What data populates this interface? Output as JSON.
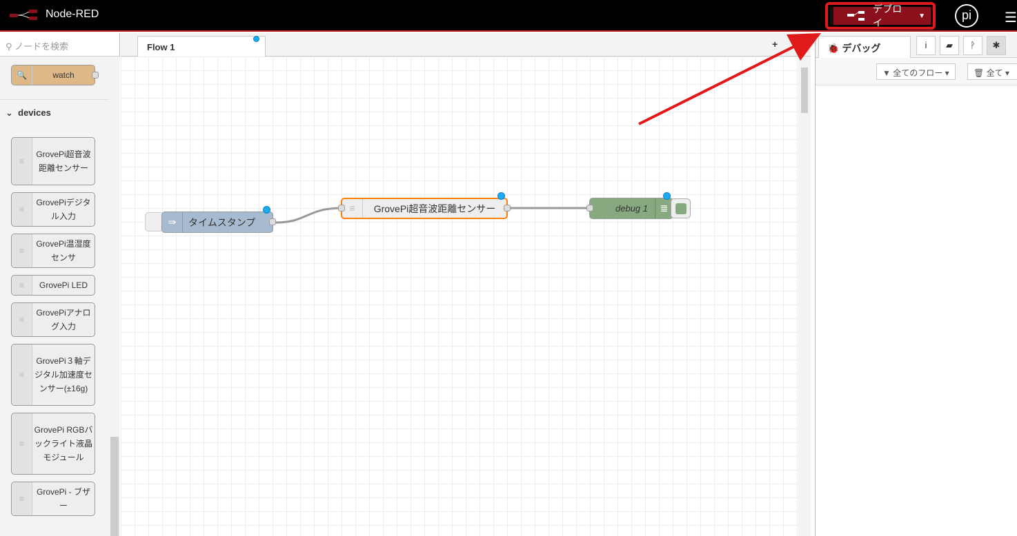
{
  "header": {
    "title": "Node-RED",
    "deploy_label": "デプロイ",
    "user": "pi"
  },
  "palette": {
    "search_placeholder": "ノードを検索",
    "watch": "watch",
    "category": "devices",
    "nodes": [
      "GrovePi超音波距離センサー",
      "GrovePiデジタル入力",
      "GrovePi温湿度センサ",
      "GrovePi LED",
      "GrovePiアナログ入力",
      "GrovePi３軸デジタル加速度センサー(±16g)",
      "GrovePi RGBバックライト液晶モジュール",
      "GrovePi - ブザー"
    ]
  },
  "workspace": {
    "tab": "Flow 1",
    "nodes": {
      "inject": "タイムスタンプ",
      "sensor": "GrovePi超音波距離センサー",
      "debug": "debug 1"
    }
  },
  "sidebar": {
    "tab": "デバッグ",
    "filter": "全てのフロー",
    "clear": "全て"
  },
  "colors": {
    "deploy": "#8c101c",
    "highlight": "#e0191b"
  }
}
